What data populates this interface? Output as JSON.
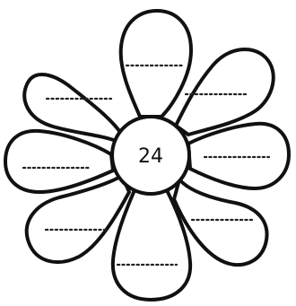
{
  "flower": {
    "center_number": "24",
    "petal_count": 8,
    "petals": [
      {
        "position": "top",
        "answer": ""
      },
      {
        "position": "top-right",
        "answer": ""
      },
      {
        "position": "right",
        "answer": ""
      },
      {
        "position": "bottom-right",
        "answer": ""
      },
      {
        "position": "bottom",
        "answer": ""
      },
      {
        "position": "bottom-left",
        "answer": ""
      },
      {
        "position": "left",
        "answer": ""
      },
      {
        "position": "top-left",
        "answer": ""
      }
    ]
  }
}
